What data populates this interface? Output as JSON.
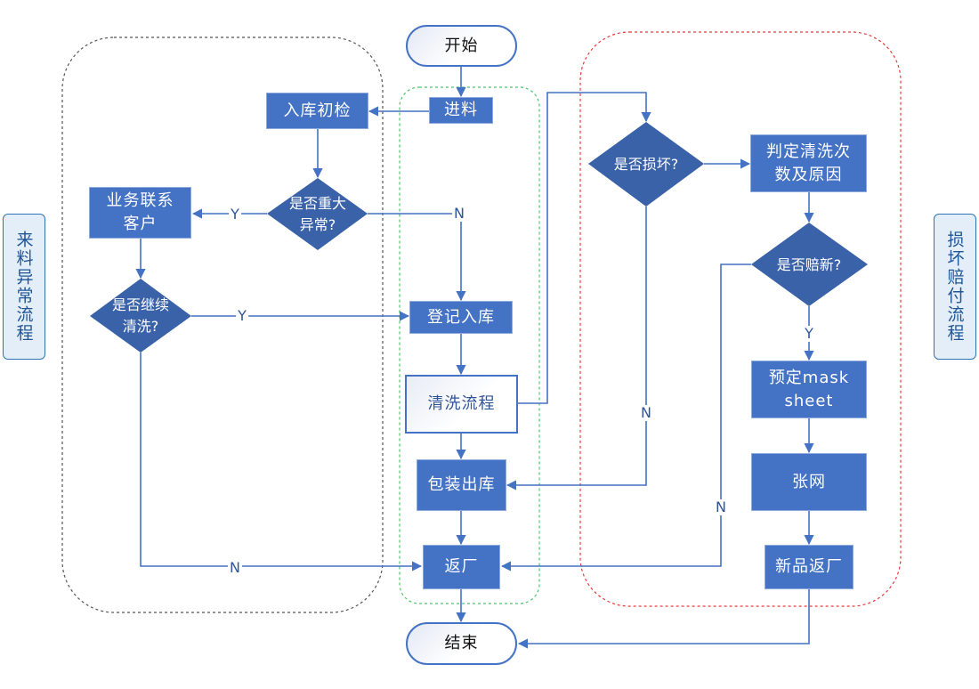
{
  "colors": {
    "process_fill": "#4472c4",
    "decision_fill": "#3a62a8",
    "line": "#4472c4",
    "group_left_border": "#555555",
    "group_center_border": "#4cc46a",
    "group_right_border": "#e83a3a",
    "side_label_fill": "#e4eef8"
  },
  "side_labels": {
    "left": "来料异常流程",
    "right": "损坏赔付流程"
  },
  "nodes": {
    "start": "开始",
    "intake": "进料",
    "initial_inspection": "入库初检",
    "major_anomaly": "是否重大\n异常?",
    "contact_customer": "业务联系\n客户",
    "continue_cleaning": "是否继续\n清洗?",
    "register_storage": "登记入库",
    "cleaning_process": "清洗流程",
    "pack_ship": "包装出库",
    "return_factory": "返厂",
    "end": "结束",
    "damaged": "是否损坏?",
    "determine_cleaning": "判定清洗次\n数及原因",
    "compensate_new": "是否赔新?",
    "order_mask_sheet": "预定mask\nsheet",
    "stretch_net": "张网",
    "new_return_factory": "新品返厂"
  },
  "edge_labels": {
    "anomaly_yes": "Y",
    "anomaly_no": "N",
    "continue_yes": "Y",
    "continue_no": "N",
    "damaged_no": "N",
    "compensate_yes": "Y",
    "compensate_no": "N"
  }
}
